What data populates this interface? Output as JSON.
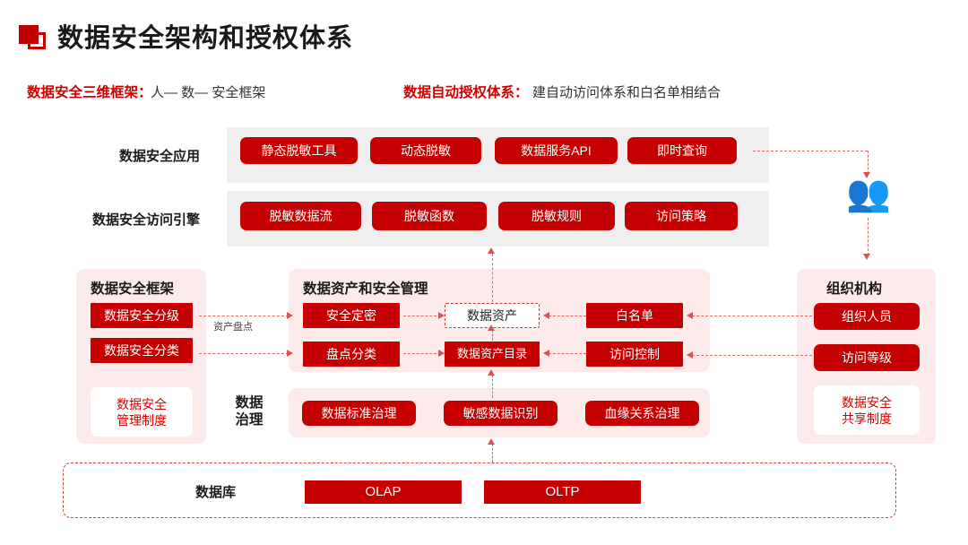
{
  "header": {
    "logo_icon": "overlapping-squares-logo",
    "title": "数据安全架构和授权体系",
    "subtitles": [
      {
        "label": "数据安全三维框架：",
        "value": "人— 数— 安全框架"
      },
      {
        "label": "数据自动授权体系：",
        "value": "建自动访问体系和白名单相结合"
      }
    ]
  },
  "colors": {
    "brand_red": "#c40000",
    "title_red": "#d00000",
    "panel_pink": "#fdeaea",
    "panel_gray": "#efefef",
    "connector_red": "#e06a6a"
  },
  "rows": {
    "application": {
      "label": "数据安全应用",
      "chips": [
        "静态脱敏工具",
        "动态脱敏",
        "数据服务API",
        "即时查询"
      ]
    },
    "access_engine": {
      "label": "数据安全访问引擎",
      "chips": [
        "脱敏数据流",
        "脱敏函数",
        "脱敏规则",
        "访问策略"
      ]
    },
    "governance": {
      "label": "数据\n治理",
      "chips": [
        "数据标准治理",
        "敏感数据识别",
        "血缘关系治理"
      ]
    },
    "database": {
      "label": "数据库",
      "chips": [
        "OLAP",
        "OLTP"
      ]
    }
  },
  "columns": {
    "security_framework": {
      "title": "数据安全框架",
      "chips": [
        "数据安全分级",
        "数据安全分类"
      ],
      "policy_chip": "数据安全\n管理制度"
    },
    "asset_management": {
      "title": "数据资产和安全管理",
      "left_chips": [
        "安全定密",
        "盘点分类"
      ],
      "center_chips": [
        "数据资产",
        "数据资产目录"
      ],
      "right_chips": [
        "白名单",
        "访问控制"
      ]
    },
    "organization": {
      "title": "组织机构",
      "chips": [
        "组织人员",
        "访问等级"
      ],
      "policy_chip": "数据安全\n共享制度"
    }
  },
  "connectors": {
    "asset_inventory_label": "资产盘点",
    "people_icon": "people-group-icon"
  }
}
